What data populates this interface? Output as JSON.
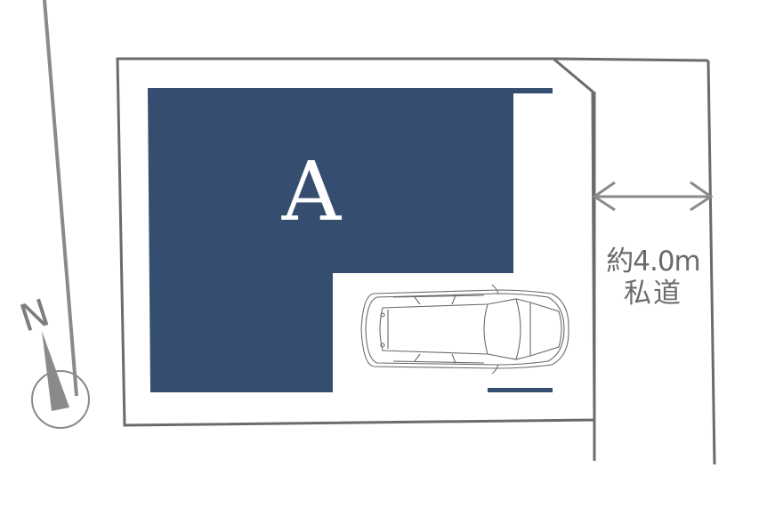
{
  "plot": {
    "label": "A",
    "fill_color": "#354e6f"
  },
  "road": {
    "width_label": "約4.0m",
    "name_label": "私道",
    "line_color": "#6b6b6b",
    "arrow_color": "#8a8a8a"
  },
  "compass": {
    "north_label": "N",
    "color": "#8a8a8a"
  },
  "car": {
    "type": "minivan top view",
    "outline_color": "#6a6a6a"
  },
  "colors": {
    "background": "#ffffff",
    "boundary": "#6b6b6b"
  }
}
